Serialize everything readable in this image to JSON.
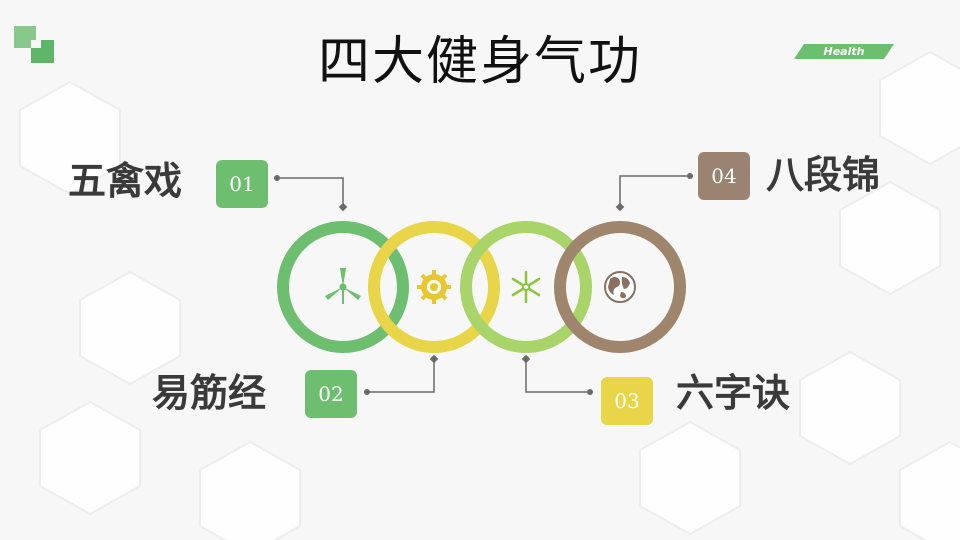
{
  "slide": {
    "title": "四大健身气功",
    "tag": "Health"
  },
  "items": [
    {
      "number": "01",
      "name": "五禽戏",
      "color": "#6dbf6f",
      "icon": "wind-turbine-icon"
    },
    {
      "number": "02",
      "name": "易筋经",
      "color": "#6dbf6f",
      "icon": "sun-gear-icon"
    },
    {
      "number": "03",
      "name": "六字诀",
      "color": "#e8d548",
      "icon": "snowflake-icon"
    },
    {
      "number": "04",
      "name": "八段锦",
      "color": "#9a8370",
      "icon": "globe-icon"
    }
  ],
  "rings": [
    {
      "color": "#6dbf6f",
      "icon": "wind-turbine-icon"
    },
    {
      "color": "#e8d548",
      "icon": "sun-gear-icon"
    },
    {
      "color": "#a8d46a",
      "icon": "snowflake-icon"
    },
    {
      "color": "#a0856d",
      "icon": "globe-icon"
    }
  ]
}
